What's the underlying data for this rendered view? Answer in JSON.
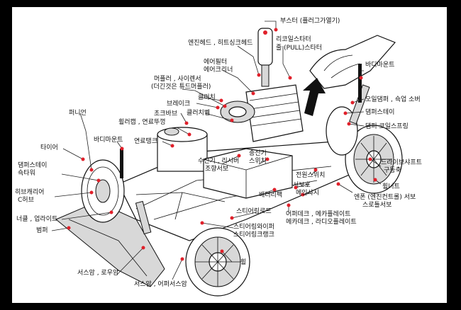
{
  "diagram": {
    "labels": {
      "booster": "부스터 (플러그가열기)",
      "engine_head": "엔진헤드 , 히트싱크헤드",
      "recoil_starter_1": "리코일스타터",
      "recoil_starter_2": "줄 (PULL)스타터",
      "air_filter_1": "에어필터",
      "air_filter_2": "에어크리너",
      "muffler_1": "머플러 , 사이렌서",
      "muffler_2": "(더긴것은 튜드머플러)",
      "body_mount_tr": "바디마운트",
      "oil_damper": "오일댐퍼 , 쇽업 소버",
      "damper_stay_r": "댐퍼스테이",
      "damper_coil_spring": "댐퍼 코일스프링",
      "brake": "브레이크",
      "clutch": "클러치",
      "clutch_bell": "클러치벨",
      "fuel_cap": "휠러캡 , 연료뚜껑",
      "choke_valve": "초크바브",
      "fuel_tank": "연료탱크",
      "pinion": "퍼니언",
      "body_mount_l": "바디마운트",
      "tire": "타이어",
      "damper_stay_l_1": "댐퍼스테이",
      "damper_stay_l_2": "쇽타워",
      "knuckle_1": "히브캐리어",
      "knuckle_2": "C허브",
      "knuckle_arm": "너클 , 업라이트",
      "bumper": "범퍼",
      "rx_servo_1": "수신기 , 리시버",
      "rx_servo_2": "조향서보",
      "tx_1": "송신기",
      "tx_2": "스위치",
      "battery": "배터리팩",
      "power_switch": "전원스위치",
      "servo_saver": "서보호",
      "main_chassis": "메인샤시",
      "drive_shaft_1": "드라이브샤프트",
      "drive_shaft_2": "구동축",
      "wheel_nut": "휠너트",
      "engine_servo_1": "엔폰 (엔진컨트롤) 서보",
      "engine_servo_2": "스로틀서보",
      "steering_rod": "스티어링로드",
      "upper_deck_1": "어퍼데크 , 메카플레이트",
      "upper_deck_2": "메카데크 , 라디오플레이트",
      "steering_wiper_1": "스티어링와이퍼",
      "steering_wiper_2": "스티어링크랭크",
      "wheel": "휠",
      "suspension_arm_lower": "서스암 , 로우암",
      "suspension_arm_upper": "서스암 , 어퍼서스암"
    },
    "colors": {
      "frame": "#000000",
      "panel": "#ffffff",
      "ink": "#111111",
      "marker": "#e0202a"
    }
  }
}
